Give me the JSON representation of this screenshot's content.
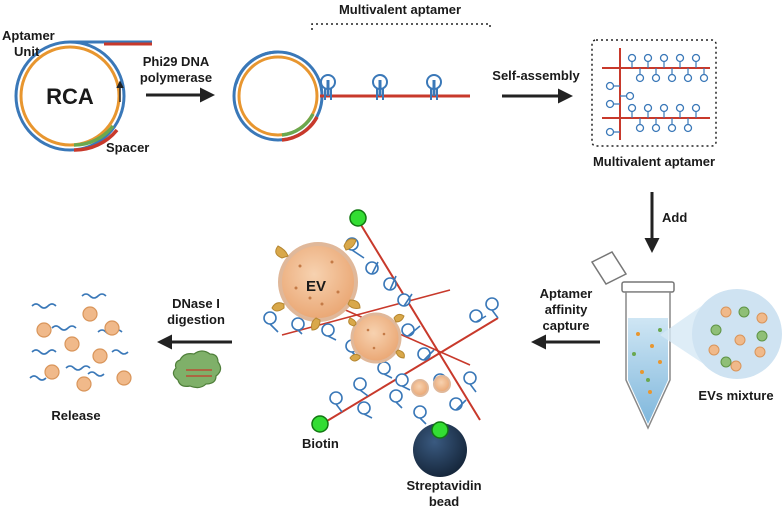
{
  "labels": {
    "aptamer_unit_line1": "Aptamer",
    "aptamer_unit_line2": "Unit",
    "rca": "RCA",
    "spacer": "Spacer",
    "phi29_line1": "Phi29 DNA",
    "phi29_line2": "polymerase",
    "multivalent_aptamer_top": "Multivalent aptamer",
    "self_assembly": "Self-assembly",
    "multivalent_aptamer_box": "Multivalent aptamer",
    "add": "Add",
    "aptamer_capture_line1": "Aptamer",
    "aptamer_capture_line2": "affinity",
    "aptamer_capture_line3": "capture",
    "evs_mixture": "EVs mixture",
    "ev": "EV",
    "dnase_line1": "DNase I",
    "dnase_line2": "digestion",
    "release": "Release",
    "biotin": "Biotin",
    "streptavidin_line1": "Streptavidin",
    "streptavidin_line2": "bead"
  },
  "colors": {
    "aptamer_blue": "#3a78b8",
    "spacer_red": "#c8392b",
    "orange": "#e8962f",
    "green": "#6aa84f",
    "ev_fill": "#f0b98a",
    "ev_rim": "#d9a86a",
    "biotin_green": "#33dd33",
    "bead_navy": "#1f3550",
    "tube_liquid": "#9ecbe6",
    "dnase_green": "#7fb069",
    "arrow": "#222222"
  },
  "icons": [
    "rca-circle",
    "aptamer-hairpin",
    "dna-lattice",
    "ev-vesicle",
    "biotin-ball",
    "streptavidin-bead",
    "microtube",
    "dnase-enzyme",
    "released-ev"
  ]
}
